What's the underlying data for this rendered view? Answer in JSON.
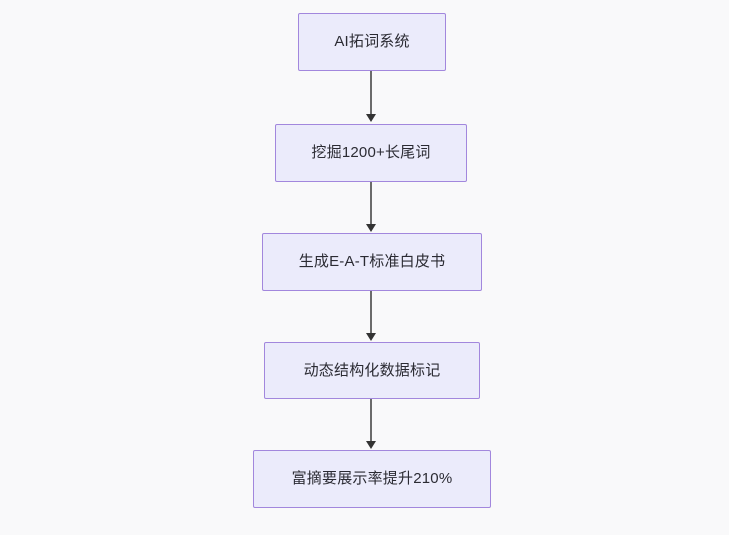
{
  "diagram": {
    "type": "flowchart",
    "direction": "top-to-bottom",
    "background_color": "#f9f9fa",
    "node_fill_color": "#ebebfb",
    "node_border_color": "#a287dd",
    "node_text_color": "#2b2b33",
    "connector_color": "#6b6b6b",
    "arrowhead_color": "#333333",
    "nodes": [
      {
        "id": "n1",
        "label": "AI拓词系统"
      },
      {
        "id": "n2",
        "label": "挖掘1200+长尾词"
      },
      {
        "id": "n3",
        "label": "生成E-A-T标准白皮书"
      },
      {
        "id": "n4",
        "label": "动态结构化数据标记"
      },
      {
        "id": "n5",
        "label": "富摘要展示率提升210%"
      }
    ],
    "edges": [
      {
        "from": "n1",
        "to": "n2"
      },
      {
        "from": "n2",
        "to": "n3"
      },
      {
        "from": "n3",
        "to": "n4"
      },
      {
        "from": "n4",
        "to": "n5"
      }
    ]
  }
}
